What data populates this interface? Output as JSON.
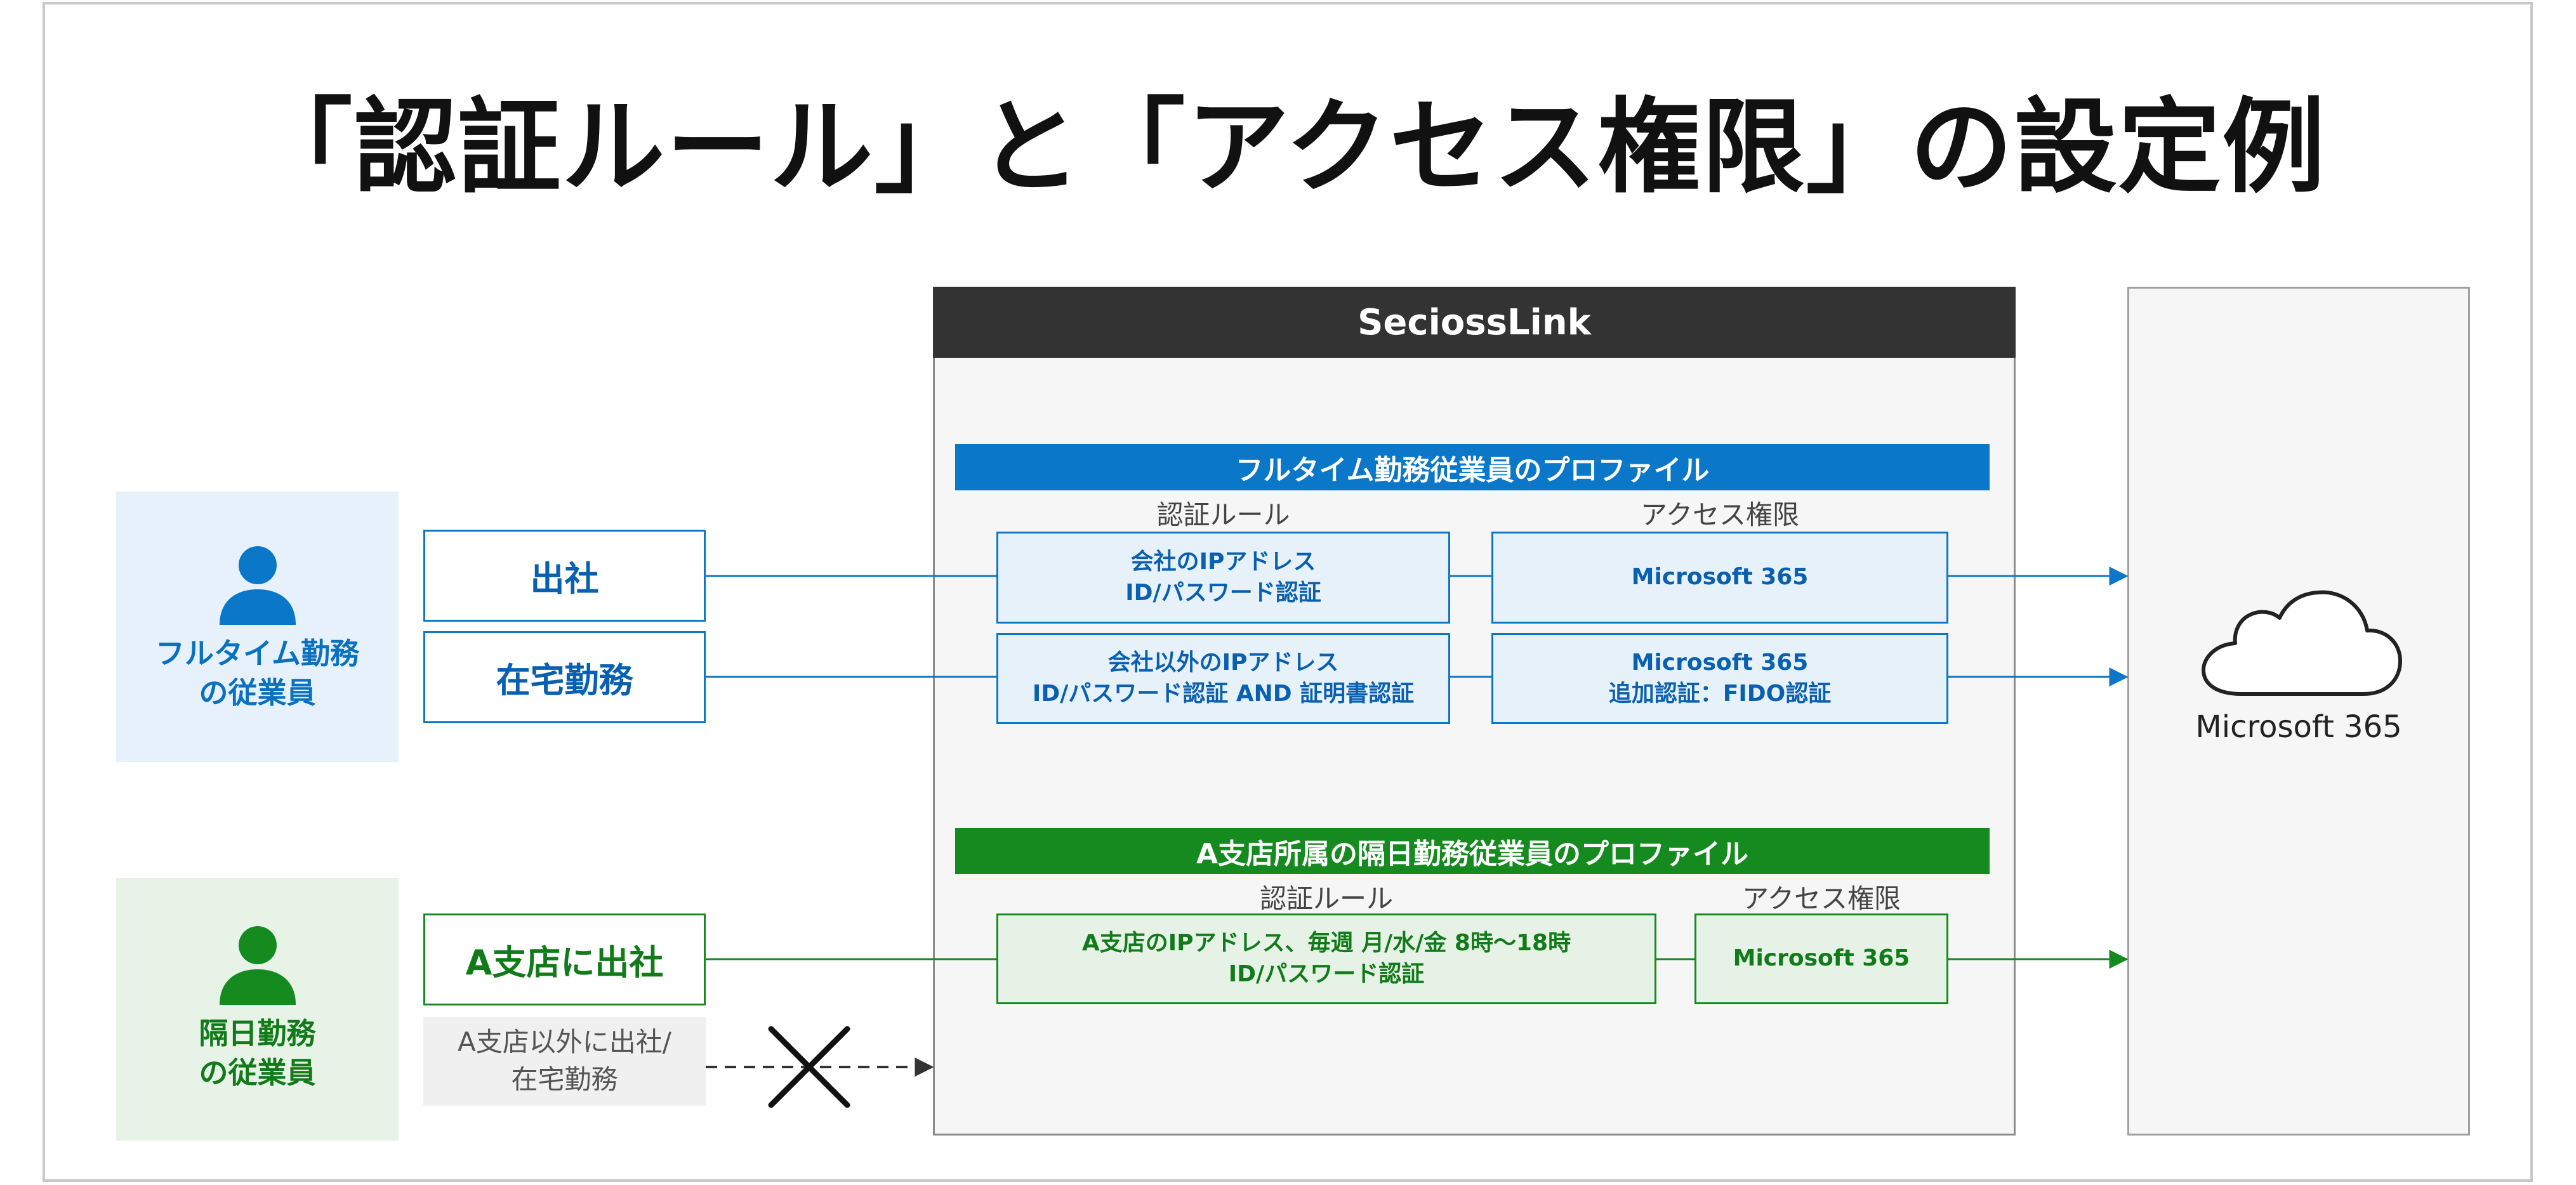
{
  "title": "「認証ルール」と「アクセス権限」の設定例",
  "panel": {
    "title": "SeciossLink"
  },
  "colors": {
    "blue": "#0a77c8",
    "green": "#158a1f",
    "dark": "#333333",
    "gray": "#f0f0f0"
  },
  "profiles": {
    "fulltime": {
      "band": "フルタイム勤務従業員のプロファイル",
      "auth_label": "認証ルール",
      "access_label": "アクセス権限",
      "rules": [
        {
          "auth": [
            "会社のIPアドレス",
            "ID/パスワード認証"
          ],
          "access": [
            "Microsoft 365"
          ]
        },
        {
          "auth": [
            "会社以外のIPアドレス",
            "ID/パスワード認証 AND 証明書認証"
          ],
          "access": [
            "Microsoft 365",
            "追加認証：FIDO認証"
          ]
        }
      ]
    },
    "branch": {
      "band": "A支店所属の隔日勤務従業員のプロファイル",
      "auth_label": "認証ルール",
      "access_label": "アクセス権限",
      "rules": [
        {
          "auth": [
            "A支店のIPアドレス、毎週 月/水/金 8時～18時",
            "ID/パスワード認証"
          ],
          "access": [
            "Microsoft 365"
          ]
        }
      ]
    }
  },
  "people": {
    "fulltime": {
      "label": [
        "フルタイム勤務",
        "の従業員"
      ],
      "icon": "person-icon"
    },
    "parttime": {
      "label": [
        "隔日勤務",
        "の従業員"
      ],
      "icon": "person-icon"
    }
  },
  "situations": {
    "office": "出社",
    "home": "在宅勤務",
    "branch": "A支店に出社",
    "other": [
      "A支店以外に出社/",
      "在宅勤務"
    ]
  },
  "target": {
    "label": "Microsoft 365",
    "icon": "cloud-icon"
  },
  "blocked_icon": "x-mark-icon"
}
